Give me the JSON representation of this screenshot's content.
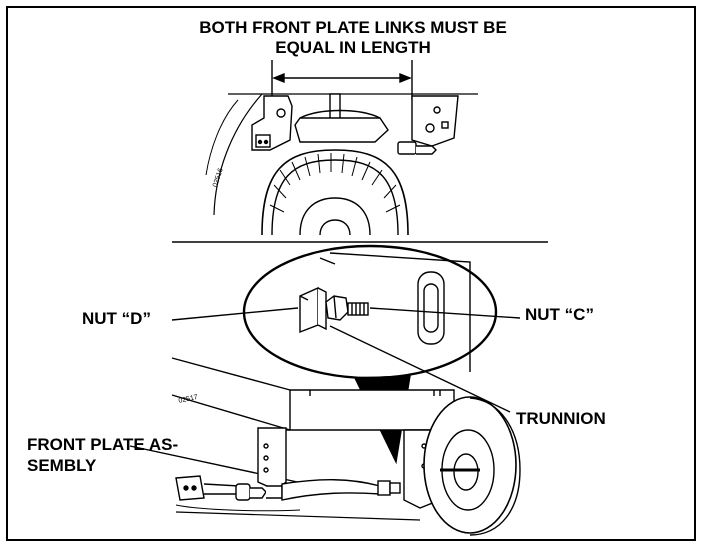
{
  "title": {
    "line1": "BOTH FRONT PLATE LINKS MUST BE",
    "line2": "EQUAL IN LENGTH"
  },
  "labels": {
    "nut_d": "NUT “D”",
    "nut_c": "NUT “C”",
    "trunnion": "TRUNNION",
    "front_plate_line1": "FRONT PLATE AS-",
    "front_plate_line2": "SEMBLY"
  },
  "figure_numbers": {
    "top": "02516",
    "bottom": "02517"
  }
}
